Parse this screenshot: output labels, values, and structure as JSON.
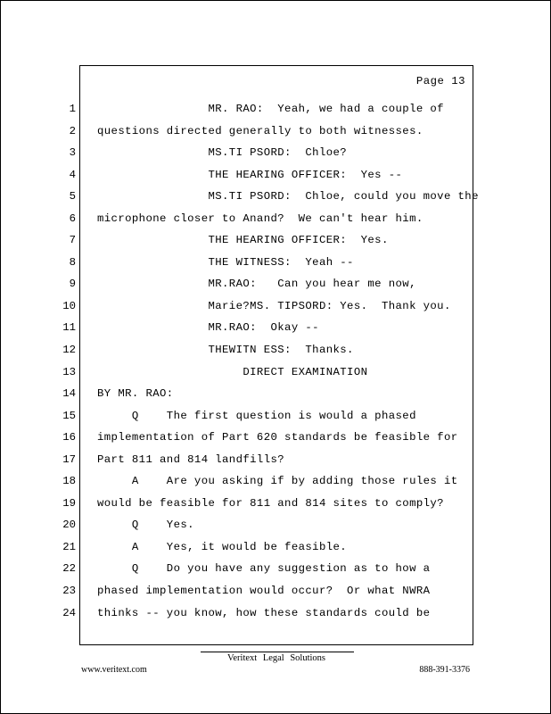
{
  "page": {
    "label": "Page 13"
  },
  "transcript": {
    "lines": [
      {
        "num": "1",
        "text": "                MR. RAO:  Yeah, we had a couple of"
      },
      {
        "num": "2",
        "text": "questions directed generally to both witnesses."
      },
      {
        "num": "3",
        "text": "                MS.TI PSORD:  Chloe?"
      },
      {
        "num": "4",
        "text": "                THE HEARING OFFICER:  Yes --"
      },
      {
        "num": "5",
        "text": "                MS.TI PSORD:  Chloe, could you move the"
      },
      {
        "num": "6",
        "text": "microphone closer to Anand?  We can't hear him."
      },
      {
        "num": "7",
        "text": "                THE HEARING OFFICER:  Yes."
      },
      {
        "num": "8",
        "text": "                THE WITNESS:  Yeah --"
      },
      {
        "num": "9",
        "text": "                MR.RAO:   Can you hear me now,"
      },
      {
        "num": "10",
        "text": "                Marie?MS. TIPSORD: Yes.  Thank you."
      },
      {
        "num": "11",
        "text": "                MR.RAO:  Okay --"
      },
      {
        "num": "12",
        "text": "                THEWITN ESS:  Thanks."
      },
      {
        "num": "13",
        "text": "                     DIRECT EXAMINATION"
      },
      {
        "num": "14",
        "text": "BY MR. RAO:"
      },
      {
        "num": "15",
        "text": "     Q    The first question is would a phased"
      },
      {
        "num": "16",
        "text": "implementation of Part 620 standards be feasible for"
      },
      {
        "num": "17",
        "text": "Part 811 and 814 landfills?"
      },
      {
        "num": "18",
        "text": "     A    Are you asking if by adding those rules it"
      },
      {
        "num": "19",
        "text": "would be feasible for 811 and 814 sites to comply?"
      },
      {
        "num": "20",
        "text": "     Q    Yes."
      },
      {
        "num": "21",
        "text": "     A    Yes, it would be feasible."
      },
      {
        "num": "22",
        "text": "     Q    Do you have any suggestion as to how a"
      },
      {
        "num": "23",
        "text": "phased implementation would occur?  Or what NWRA"
      },
      {
        "num": "24",
        "text": "thinks -- you know, how these standards could be"
      }
    ]
  },
  "footer": {
    "center": "Veritext Legal Solutions",
    "left": "www.veritext.com",
    "right": "888-391-3376"
  }
}
